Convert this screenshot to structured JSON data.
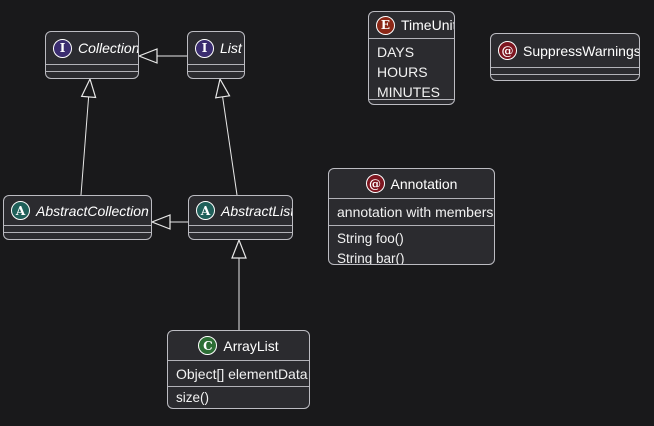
{
  "diagram_type": "uml-class-diagram",
  "colors": {
    "background": "#19191b",
    "node_fill": "#2b2b2f",
    "node_border": "#bcbcc2",
    "text": "#ffffff",
    "edge": "#e8e8e8",
    "interface_icon": "#3b2d70",
    "abstract_icon": "#20605a",
    "class_icon": "#2d6e35",
    "enum_icon": "#8b2716",
    "annotation_icon": "#7d1620"
  },
  "nodes": {
    "collection": {
      "name": "Collection",
      "stereotype": "interface",
      "icon": "I"
    },
    "list": {
      "name": "List",
      "stereotype": "interface",
      "icon": "I"
    },
    "timeunit": {
      "name": "TimeUnit",
      "stereotype": "enum",
      "icon": "E",
      "values": [
        "DAYS",
        "HOURS",
        "MINUTES"
      ]
    },
    "suppresswarnings": {
      "name": "SuppressWarnings",
      "stereotype": "annotation",
      "icon": "@"
    },
    "abstractcollection": {
      "name": "AbstractCollection",
      "stereotype": "abstract",
      "icon": "A"
    },
    "abstractlist": {
      "name": "AbstractList",
      "stereotype": "abstract",
      "icon": "A"
    },
    "annotation": {
      "name": "Annotation",
      "stereotype": "annotation",
      "icon": "@",
      "note": "annotation with members",
      "methods": [
        "String foo()",
        "String bar()"
      ]
    },
    "arraylist": {
      "name": "ArrayList",
      "stereotype": "class",
      "icon": "C",
      "fields": [
        "Object[] elementData"
      ],
      "methods": [
        "size()"
      ]
    }
  },
  "edges": [
    {
      "from": "List",
      "to": "Collection",
      "type": "extends"
    },
    {
      "from": "AbstractCollection",
      "to": "Collection",
      "type": "extends"
    },
    {
      "from": "AbstractList",
      "to": "List",
      "type": "extends"
    },
    {
      "from": "AbstractList",
      "to": "AbstractCollection",
      "type": "extends"
    },
    {
      "from": "ArrayList",
      "to": "AbstractList",
      "type": "extends"
    }
  ]
}
